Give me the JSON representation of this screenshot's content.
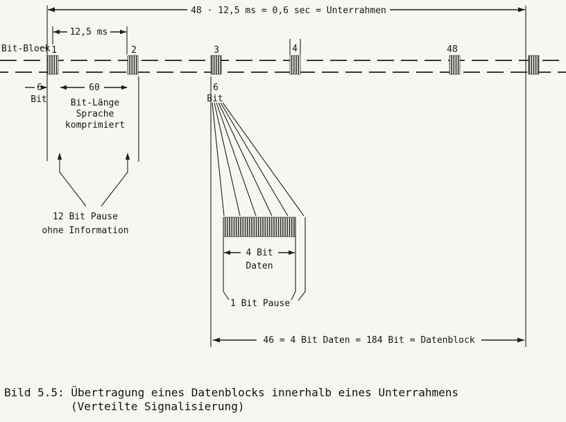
{
  "colors": {
    "ink": "#1d1d1d",
    "paper": "#f6f6f2"
  },
  "timeline": {
    "axis_label": "Bit-Block",
    "blocks": [
      "1",
      "2",
      "3",
      "4",
      "48"
    ]
  },
  "dimensions": {
    "subframe": "48 · 12,5 ms = 0,6 sec = Unterrahmen",
    "period": "12,5 ms",
    "block_bits": "6",
    "block_bits_unit": "Bit",
    "speech": {
      "value": "60",
      "lines": [
        "Bit-Länge",
        "Sprache",
        "komprimiert"
      ]
    },
    "block3_bits": "6",
    "block3_bits_unit": "Bit",
    "pause": [
      "12 Bit Pause",
      "ohne Information"
    ],
    "data_bits": "4 Bit",
    "data_bits_unit": "Daten",
    "bit_pause": "1 Bit Pause",
    "datablock": "46 = 4 Bit Daten = 184 Bit = Datenblock"
  },
  "caption": {
    "line1": "Bild 5.5: Übertragung eines Datenblocks innerhalb eines Unterrahmens",
    "line2": "(Verteilte Signalisierung)"
  }
}
